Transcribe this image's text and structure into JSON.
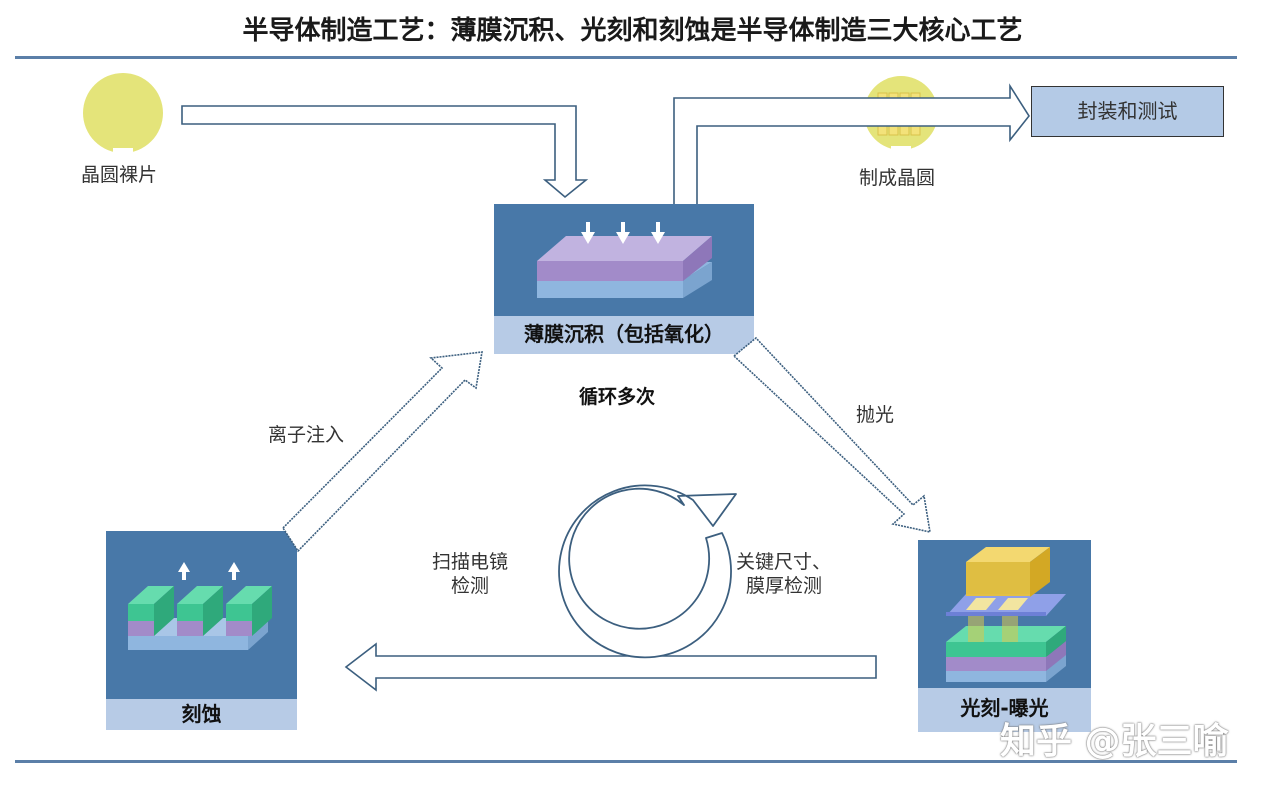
{
  "title": "半导体制造工艺：薄膜沉积、光刻和刻蚀是半导体制造三大核心工艺",
  "nodes": {
    "bare_wafer": "晶圆裸片",
    "finished_wafer": "制成晶圆",
    "packaging": "封装和测试",
    "deposition": "薄膜沉积（包括氧化）",
    "lithography": "光刻-曝光",
    "etching": "刻蚀"
  },
  "edges": {
    "ion_implant": "离子注入",
    "polish": "抛光",
    "sem_line1": "扫描电镜",
    "sem_line2": "检测",
    "cd_line1": "关键尺寸、",
    "cd_line2": "膜厚检测",
    "cycle": "循环多次"
  },
  "watermark": "知乎 @张三喻",
  "colors": {
    "panel": "#4878a8",
    "caption": "#b7cbe6",
    "wafer": "#e4e47a",
    "rule": "#5b7fa8"
  }
}
